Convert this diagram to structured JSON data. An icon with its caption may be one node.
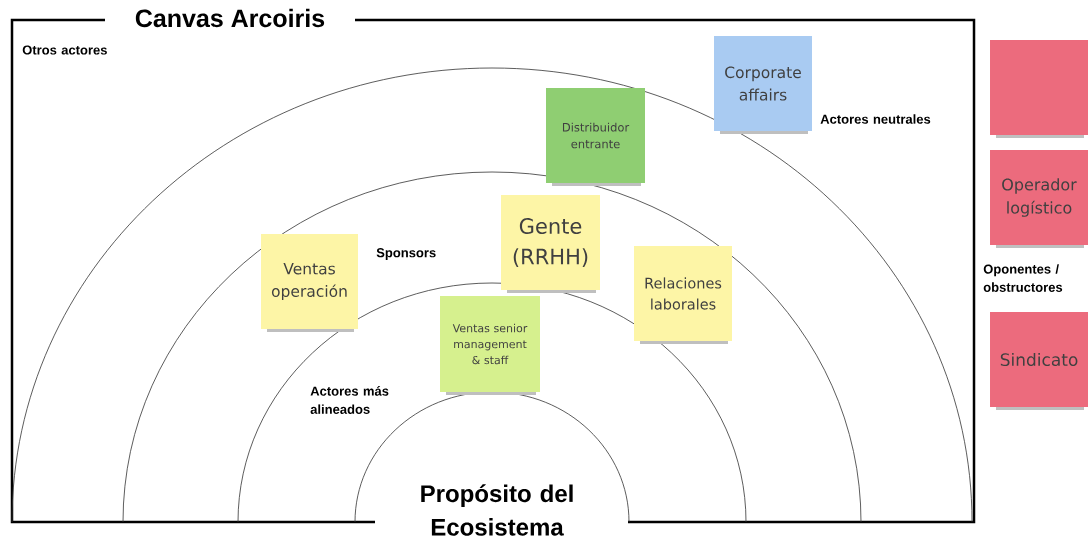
{
  "diagram": {
    "title": "Canvas Arcoiris",
    "nodes": [
      {
        "text": [
          "Corporate affairs"
        ]
      },
      {
        "text": [
          "Distribuidor entrante"
        ]
      },
      {
        "text": [
          "Gente (RRHH)"
        ]
      },
      {
        "text": [
          "Ventas operación"
        ]
      },
      {
        "text": [
          "Relaciones laborales"
        ]
      },
      {
        "text": [
          "Ventas senior management & staff"
        ]
      },
      {
        "text": [],
        "shape": "box"
      },
      {
        "text": [
          "Operador logístico"
        ]
      },
      {
        "text": [
          "Sindicato"
        ]
      }
    ],
    "labels": [
      "Otros actores",
      "Actores neutrales",
      "Sponsors",
      "Oponentes / obstructores",
      "Actores más alineados",
      "Propósito del Ecosistema"
    ]
  }
}
